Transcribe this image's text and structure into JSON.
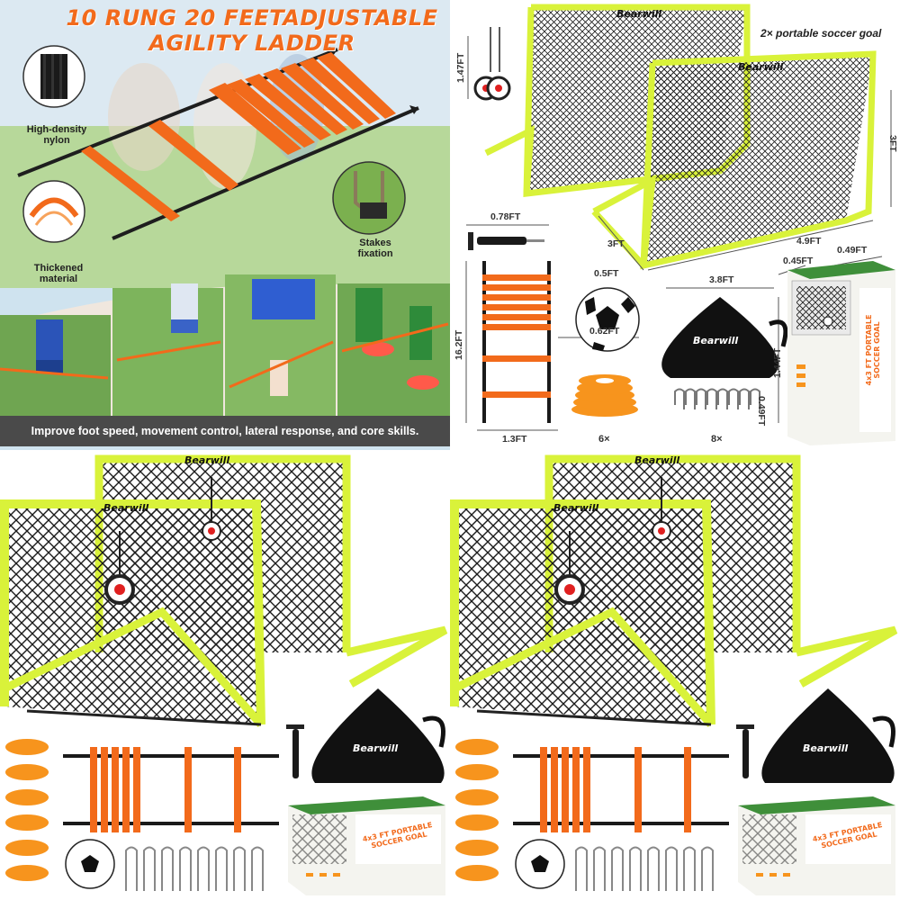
{
  "panel1": {
    "headline_line1": "10 RUNG 20 FEETADJUSTABLE",
    "headline_line2": "AGILITY LADDER",
    "callout_nylon": "High-density nylon",
    "callout_material": "Thickened material",
    "callout_stakes": "Stakes fixation",
    "banner": "Improve foot speed, movement control, lateral response, and core skills."
  },
  "panel2": {
    "tagline": "2× portable soccer goal",
    "brand": "Bearwill",
    "dims": {
      "target_height": "1.47FT",
      "goal_height": "3FT",
      "goal_depth": "3FT",
      "goal_width": "4.9FT",
      "pump_length": "0.78FT",
      "ball": "0.5FT",
      "bag_width": "3.8FT",
      "box_depth": "0.45FT",
      "box_width": "0.49FT",
      "ladder_length": "16.2FT",
      "cone": "0.62FT",
      "stake": "0.49FT",
      "ladder_width": "1.3FT",
      "box_height": "1.44FT"
    },
    "qty_cones": "6×",
    "qty_stakes": "8×",
    "box_title": "4x3 FT PORTABLE SOCCER GOAL"
  },
  "panel3": {
    "brand_goal": "Bearwill",
    "brand_bag": "Bearwill",
    "box_title": "4x3 FT PORTABLE SOCCER GOAL"
  },
  "panel4": {
    "brand_goal": "Bearwill",
    "brand_bag": "Bearwill",
    "box_title": "4x3 FT PORTABLE SOCCER GOAL"
  },
  "colors": {
    "goal_frame": "#d9f23a",
    "goal_frame_edge": "#9fbf12",
    "net": "#1a1a1a",
    "ladder": "#f26a1b",
    "cone": "#f7941d",
    "bag": "#111111",
    "headline": "#f26a1b",
    "banner": "#4a4a4a",
    "target": "#e02020",
    "box_green": "#3f8f3a"
  },
  "icons": [
    "soccer-goal-icon",
    "agility-ladder-icon",
    "cone-icon",
    "ball-icon",
    "pump-icon",
    "carry-bag-icon",
    "stake-icon",
    "target-icon",
    "box-icon"
  ]
}
